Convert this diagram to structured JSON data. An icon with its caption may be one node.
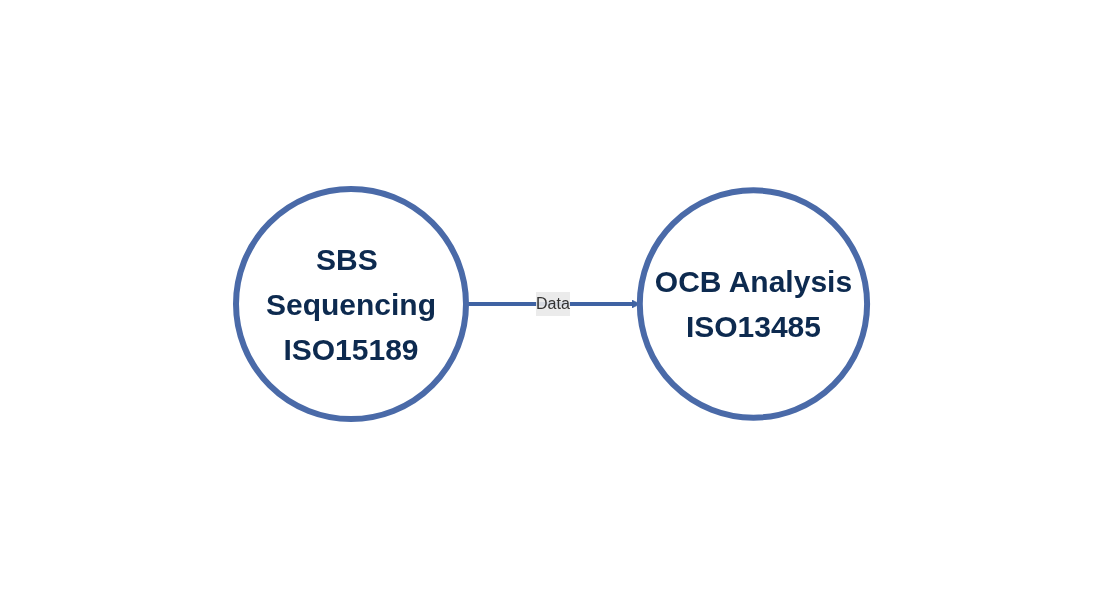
{
  "diagram": {
    "nodes": [
      {
        "text": [
          "SBS Sequencing",
          "ISO15189"
        ]
      },
      {
        "text": [
          "OCB Analysis",
          "ISO13485"
        ]
      }
    ],
    "edges": [
      {
        "from": 0,
        "to": 1,
        "arrow": "to",
        "label": "Data"
      }
    ]
  }
}
